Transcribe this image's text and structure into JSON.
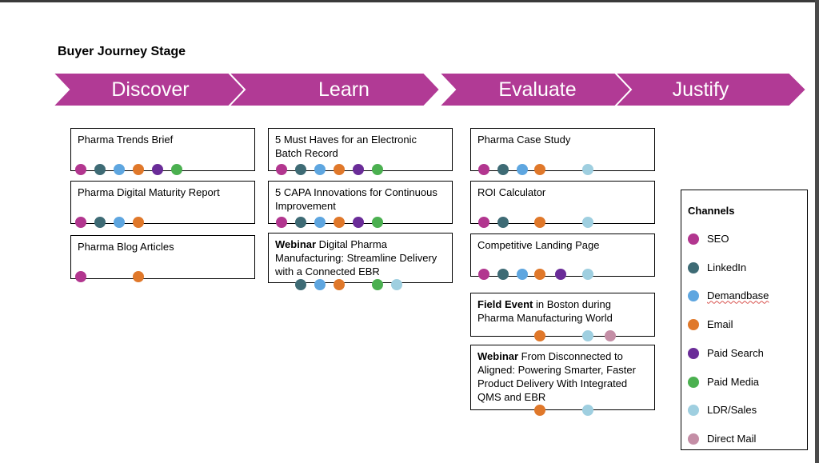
{
  "title": "Buyer Journey Stage",
  "stages": [
    "Discover",
    "Learn",
    "Evaluate",
    "Justify"
  ],
  "colors": {
    "chevron": "#b13a95",
    "SEO": "#b2368f",
    "LinkedIn": "#3e6b75",
    "Demandbase": "#5ea6e0",
    "Email": "#e0782a",
    "Paid Search": "#6a2c98",
    "Paid Media": "#4bb050",
    "LDR/Sales": "#9fcfe0",
    "Direct Mail": "#c48ea6"
  },
  "cards": [
    {
      "prefix": "",
      "text": "Pharma Trends Brief",
      "channels": [
        "SEO",
        "LinkedIn",
        "Demandbase",
        "Email",
        "Paid Search",
        "Paid Media"
      ]
    },
    {
      "prefix": "",
      "text": "Pharma Digital Maturity Report",
      "channels": [
        "SEO",
        "LinkedIn",
        "Demandbase",
        "Email"
      ]
    },
    {
      "prefix": "",
      "text": "Pharma Blog Articles",
      "channels": [
        "SEO",
        "Email"
      ]
    },
    {
      "prefix": "",
      "text": "5 Must Haves for an Electronic Batch Record",
      "channels": [
        "SEO",
        "LinkedIn",
        "Demandbase",
        "Email",
        "Paid Search",
        "Paid Media"
      ]
    },
    {
      "prefix": "",
      "text": "5 CAPA Innovations for Continuous Improvement",
      "channels": [
        "SEO",
        "LinkedIn",
        "Demandbase",
        "Email",
        "Paid Search",
        "Paid Media"
      ]
    },
    {
      "prefix": "Webinar",
      "text": " Digital Pharma Manufacturing: Streamline Delivery with a Connected EBR",
      "channels": [
        "LinkedIn",
        "Demandbase",
        "Email",
        "Paid Media",
        "LDR/Sales"
      ]
    },
    {
      "prefix": "",
      "text": "Pharma Case Study",
      "channels": [
        "SEO",
        "LinkedIn",
        "Demandbase",
        "Email",
        "LDR/Sales"
      ]
    },
    {
      "prefix": "",
      "text": "ROI Calculator",
      "channels": [
        "SEO",
        "LinkedIn",
        "Email",
        "LDR/Sales"
      ]
    },
    {
      "prefix": "",
      "text": "Competitive Landing Page",
      "channels": [
        "SEO",
        "LinkedIn",
        "Demandbase",
        "Email",
        "Paid Search",
        "LDR/Sales"
      ]
    },
    {
      "prefix": "Field Event",
      "text": " in Boston during Pharma Manufacturing World",
      "channels": [
        "Email",
        "LDR/Sales",
        "Direct Mail"
      ]
    },
    {
      "prefix": "Webinar",
      "text": " From Disconnected to Aligned: Powering Smarter, Faster Product Delivery With Integrated QMS and EBR",
      "channels": [
        "Email",
        "LDR/Sales"
      ]
    }
  ],
  "legend": {
    "title": "Channels",
    "items": [
      "SEO",
      "LinkedIn",
      "Demandbase",
      "Email",
      "Paid Search",
      "Paid Media",
      "LDR/Sales",
      "Direct Mail"
    ]
  }
}
